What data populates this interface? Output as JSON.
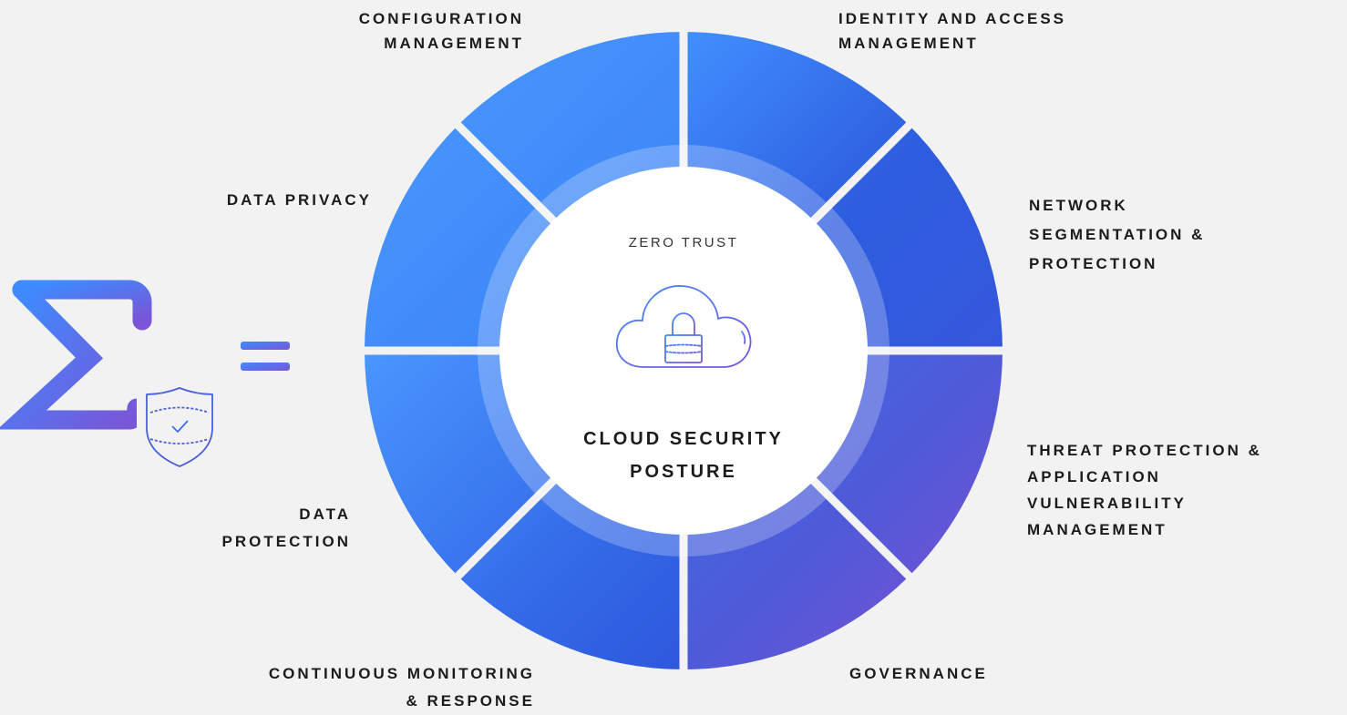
{
  "diagram": {
    "center": {
      "top_label": "ZERO TRUST",
      "main_label_lines": [
        "CLOUD SECURITY",
        "POSTURE"
      ],
      "icon": "cloud-lock-icon"
    },
    "segments": [
      {
        "id": "configuration-management",
        "lines": [
          "CONFIGURATION",
          "MANAGEMENT"
        ]
      },
      {
        "id": "identity-access-management",
        "lines": [
          "IDENTITY AND ACCESS",
          "MANAGEMENT"
        ]
      },
      {
        "id": "network-segmentation-protection",
        "lines": [
          "NETWORK",
          "SEGMENTATION &",
          "PROTECTION"
        ]
      },
      {
        "id": "threat-protection",
        "lines": [
          "THREAT PROTECTION &",
          "APPLICATION",
          "VULNERABILITY",
          "MANAGEMENT"
        ]
      },
      {
        "id": "governance",
        "lines": [
          "GOVERNANCE"
        ]
      },
      {
        "id": "continuous-monitoring",
        "lines": [
          "CONTINUOUS MONITORING",
          "& RESPONSE"
        ]
      },
      {
        "id": "data-protection",
        "lines": [
          "DATA",
          "PROTECTION"
        ]
      },
      {
        "id": "data-privacy",
        "lines": [
          "DATA PRIVACY"
        ]
      }
    ],
    "left_symbol": {
      "sigma_icon": "sigma-icon",
      "shield_icon": "shield-check-icon",
      "equals_icon": "equals-icon"
    },
    "colors": {
      "background": "#f2f2f2",
      "blue_light": "#4493ff",
      "blue_mid": "#2f5be0",
      "purple": "#7a55d6",
      "text": "#1b1b1b"
    }
  }
}
